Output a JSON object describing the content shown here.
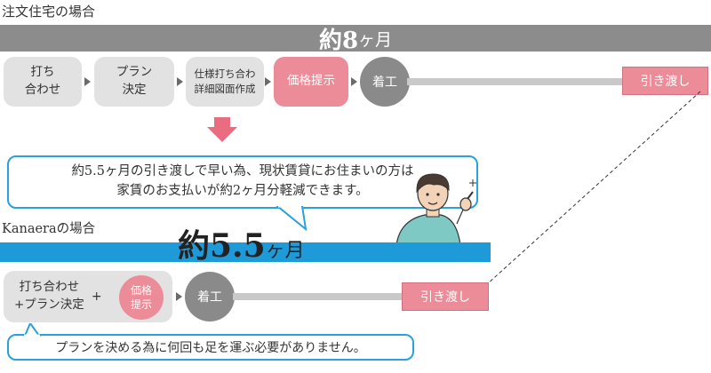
{
  "section1": {
    "label": "注文住宅の場合",
    "duration_num": "約8",
    "duration_unit": "ヶ月",
    "steps": [
      {
        "line1": "打ち",
        "line2": "合わせ"
      },
      {
        "line1": "プラン",
        "line2": "決定"
      },
      {
        "line1": "仕様打ち合わ",
        "line2": "詳細図面作成"
      },
      {
        "line1": "価格提示",
        "line2": ""
      }
    ],
    "start_label": "着工",
    "handover_label": "引き渡し"
  },
  "callout": {
    "line1": "約5.5ヶ月の引き渡しで早い為、現状賃貸にお住まいの方は",
    "line2": "家賃のお支払いが約2ヶ月分軽減できます。"
  },
  "section2": {
    "label": "Kanaeraの場合",
    "duration_num": "約5.5",
    "duration_unit": "ヶ月",
    "combined_step_line1": "打ち合わせ",
    "combined_step_line2": "+プラン決定",
    "plus": "+",
    "price_line1": "価格",
    "price_line2": "提示",
    "start_label": "着工",
    "handover_label": "引き渡し"
  },
  "note": "プランを決める為に何回も足を運ぶ必要がありません。",
  "colors": {
    "gray_bar": "#8c8c8c",
    "blue_bar": "#1f9ad9",
    "pink": "#ec8c98",
    "step_gray": "#e2e2e2",
    "circle_gray": "#8a8a8a"
  }
}
